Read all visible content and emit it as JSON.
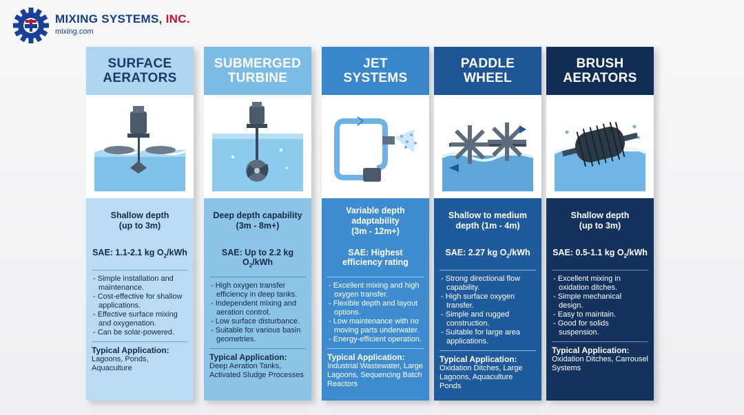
{
  "brand": {
    "name_main": "MIXING SYSTEMS,",
    "name_suffix": " INC.",
    "url": "mixing.com"
  },
  "colors": {
    "brand_blue": "#123d8f",
    "brand_red": "#c8102e"
  },
  "columns": [
    {
      "title": "SURFACE\nAERATORS",
      "image_icon": "surface-aerator-illustration",
      "depth": "Shallow depth\n(up to 3m)",
      "sae_prefix": "SAE: 1.1-2.1 kg O",
      "sae_sub": "2",
      "sae_suffix": "/kWh",
      "features": [
        "Simple installation and maintenance.",
        "Cost-effective for shallow applications.",
        "Effective surface mixing and oxygenation.",
        "Can be solar-powered."
      ],
      "typical_label": "Typical Application:",
      "typical_value": "Lagoons, Ponds, Aquaculture"
    },
    {
      "title": "SUBMERGED\nTURBINE",
      "image_icon": "submerged-turbine-illustration",
      "depth": "Deep depth capability\n(3m - 8m+)",
      "sae_prefix": "SAE: Up to 2.2 kg O",
      "sae_sub": "2",
      "sae_suffix": "/kWh",
      "features": [
        "High oxygen transfer efficiency in deep tanks.",
        "Independent mixing and aeration control.",
        "Low surface disturbance.",
        "Suitable for various basin geometries."
      ],
      "typical_label": "Typical Application:",
      "typical_value": "Deep Aeration Tanks, Activated Sludge Processes"
    },
    {
      "title": "JET\nSYSTEMS",
      "image_icon": "jet-system-illustration",
      "depth": "Variable depth\nadaptability\n(3m - 12m+)",
      "sae_prefix": "SAE: Highest efficiency rating",
      "sae_sub": "",
      "sae_suffix": "",
      "features": [
        "Excellent mixing and high oxygen transfer.",
        "Flexible depth and layout options.",
        "Low maintenance with no moving parts underwater.",
        "Energy-efficient operation."
      ],
      "typical_label": "Typical Application:",
      "typical_value": "Industrial Wastewater, Large Lagoons, Sequencing Batch Reactors"
    },
    {
      "title": "PADDLE\nWHEEL",
      "image_icon": "paddle-wheel-illustration",
      "depth": "Shallow to medium\ndepth (1m - 4m)",
      "sae_prefix": "SAE: 2.27 kg O",
      "sae_sub": "2",
      "sae_suffix": "/kWh",
      "features": [
        "Strong directional flow capability.",
        "High surface oxygen transfer.",
        "Simple and rugged construction.",
        "Suitable for large area applications."
      ],
      "typical_label": "Typical Application:",
      "typical_value": "Oxidation Ditches, Large Lagoons, Aquaculture Ponds"
    },
    {
      "title": "BRUSH\nAERATORS",
      "image_icon": "brush-aerator-illustration",
      "depth": "Shallow depth\n(up to 3m)",
      "sae_prefix": "SAE: 0.5-1.1 kg O",
      "sae_sub": "2",
      "sae_suffix": "/kWh",
      "features": [
        "Excellent mixing in oxidation ditches.",
        "Simple mechanical design.",
        "Easy to maintain.",
        "Good for solids suspension."
      ],
      "typical_label": "Typical Application:",
      "typical_value": "Oxidation Ditches, Carrousel Systems"
    }
  ]
}
